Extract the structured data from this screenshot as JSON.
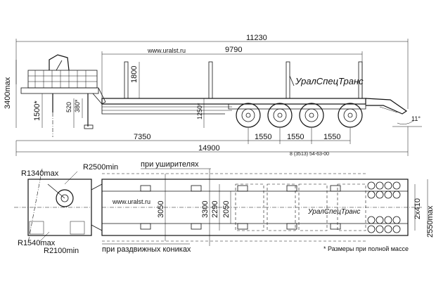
{
  "dims": {
    "total_length_top": "11230",
    "deck_length": "9790",
    "stake_height": "1800",
    "height_max": "3400max",
    "kingpin_height": "1500*",
    "h520": "520",
    "h380": "380*",
    "deck_height": "1250*",
    "front_to_axle": "7350",
    "axle_spacing_1": "1550",
    "axle_spacing_2": "1550",
    "axle_spacing_3": "1550",
    "overall_length": "14900",
    "ramp_angle": "11°",
    "width_3050": "3050",
    "width_3300": "3300",
    "width_2290": "2290",
    "width_2050": "2050",
    "width_2410": "2x410",
    "width_2550": "2550max",
    "r1340": "R1340max",
    "r2500": "R2500min",
    "r1540": "R1540max",
    "r2100": "R2100min"
  },
  "labels": {
    "website_side": "www.uralst.ru",
    "website_top": "www.uralst.ru",
    "brand": "УралСпецТранс",
    "model_code": "8 (3513) 54-63-00",
    "with_extenders": "при уширителях",
    "with_sliding_stakes": "при раздвижных кониках",
    "footnote": "* Размеры при полной массе"
  },
  "colors": {
    "line": "#111111",
    "background": "#ffffff"
  }
}
